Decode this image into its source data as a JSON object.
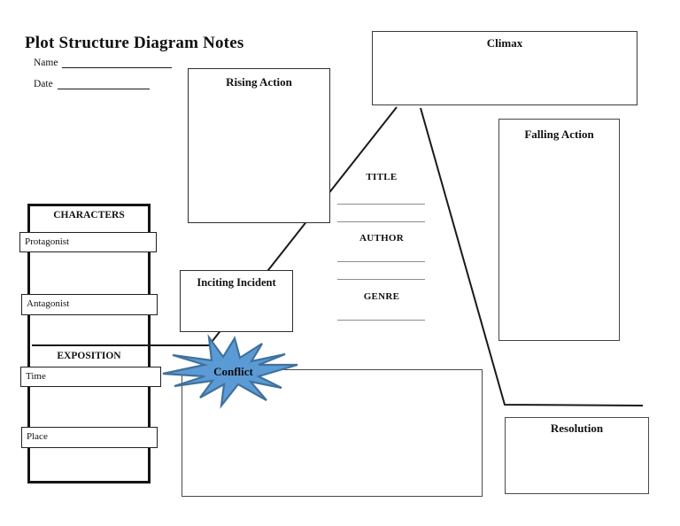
{
  "title": "Plot Structure Diagram Notes",
  "header_fields": {
    "name_label": "Name",
    "date_label": "Date"
  },
  "plot_boxes": {
    "rising_action": "Rising Action",
    "climax": "Climax",
    "falling_action": "Falling Action",
    "inciting_incident": "Inciting Incident",
    "resolution": "Resolution",
    "conflict": "Conflict"
  },
  "characters_panel": {
    "heading": "CHARACTERS",
    "protagonist_label": "Protagonist",
    "antagonist_label": "Antagonist",
    "exposition_heading": "EXPOSITION",
    "time_label": "Time",
    "place_label": "Place"
  },
  "story_info": {
    "title_label": "TITLE",
    "author_label": "AUTHOR",
    "genre_label": "GENRE"
  },
  "colors": {
    "starburst_fill": "#5B9BD5",
    "starburst_border": "#41719C",
    "plot_line": "#1a1a1a"
  }
}
